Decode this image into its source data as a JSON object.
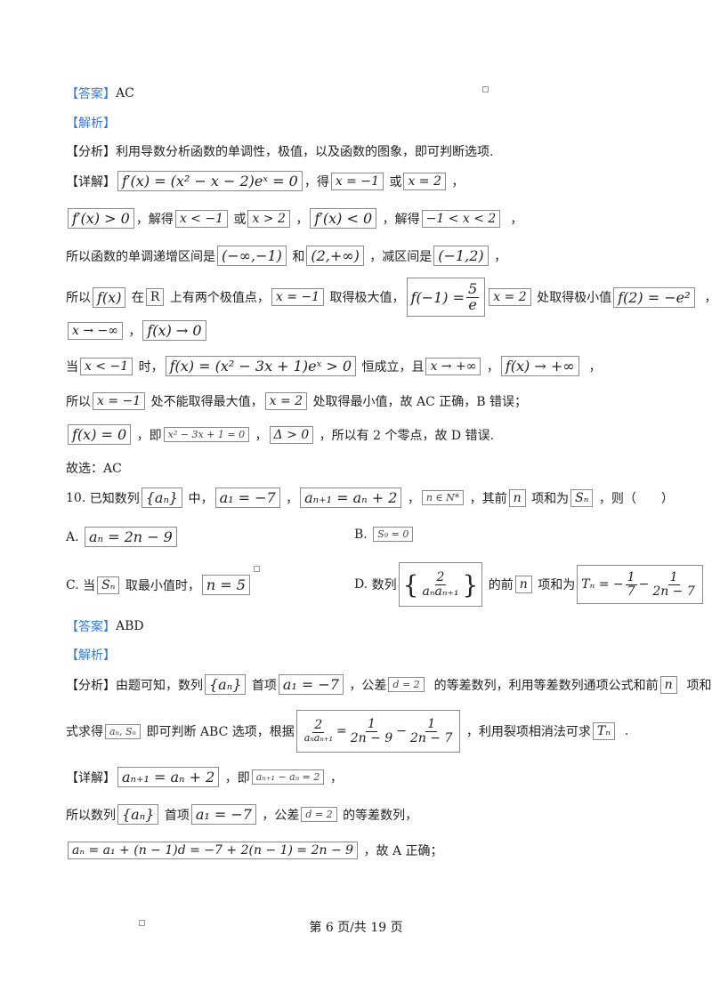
{
  "answer9": {
    "tag": "【答案】",
    "value": "AC"
  },
  "analysis_tag": "【解析】",
  "fenxi9": {
    "tag": "【分析】",
    "text": "利用导数分析函数的单调性，极值，以及函数的图象，即可判断选项."
  },
  "detail9": {
    "tag": "【详解】",
    "l1": {
      "m1": "f′(x) = (x² − x − 2)eˣ = 0",
      "t1": "，得",
      "m2": "x = −1",
      "t2": " 或",
      "m3": "x = 2",
      "t3": " ，"
    },
    "l2": {
      "m1": "f′(x) > 0",
      "t1": "，解得",
      "m2": "x < −1",
      "t2": " 或",
      "m3": "x > 2",
      "t3": " ，",
      "m4": "f′(x) < 0",
      "t4": " ，解得",
      "m5": "−1 < x < 2",
      "t5": "  ，"
    },
    "l3": {
      "t1": "所以函数的单调递增区间是",
      "m1": "(−∞,−1)",
      "t2": " 和",
      "m2": "(2,+∞)",
      "t3": " ，减区间是",
      "m3": "(−1,2)",
      "t4": " ，"
    },
    "l4": {
      "t1": "所以",
      "m1": "f(x)",
      "t2": " 在",
      "m2": "R",
      "t3": " 上有两个极值点，",
      "m3": "x = −1",
      "t4": " 取得极大值，",
      "m4_left": "f(−1) =",
      "m4_num": "5",
      "m4_den": "e",
      "m5": "x = 2",
      "t5": " 处取得极小值",
      "m6": "f(2) = −e²",
      "t6": "  ，"
    },
    "l5": {
      "m1": "x → −∞",
      "t1": " ，",
      "m2": "f(x) → 0"
    },
    "l6": {
      "t1": "当",
      "m1": "x < −1",
      "t2": " 时，",
      "m2": "f(x) = (x² − 3x + 1)eˣ > 0",
      "t3": " 恒成立，且",
      "m3": "x → +∞",
      "t4": " ，",
      "m4": "f(x) → +∞",
      "t5": "  ，"
    },
    "l7": {
      "t1": "所以",
      "m1": "x = −1",
      "t2": " 处不能取得最大值，",
      "m2": "x = 2",
      "t3": " 处取得最小值，故 AC 正确，B 错误；"
    },
    "l8": {
      "m1": "f(x) = 0",
      "t1": " ，即",
      "m2": "x² − 3x + 1 = 0",
      "t2": " ，",
      "m3": "Δ > 0",
      "t3": " ，所以有 2 个零点，故 D 错误."
    }
  },
  "choose9": "故选：AC",
  "q10": {
    "num": "10.",
    "t1": " 已知数列",
    "m1": "{aₙ}",
    "t2": " 中，",
    "m2": "a₁ = −7",
    "t3": " ，",
    "m3": "aₙ₊₁ = aₙ + 2",
    "t4": " ，",
    "m4": "n ∈ N*",
    "t5": " ，其前",
    "m5": "n",
    "t6": " 项和为",
    "m6": "Sₙ",
    "t7": " ，则（　　）",
    "A": {
      "label": "A.",
      "m1": "aₙ = 2n − 9"
    },
    "B": {
      "label": "B.",
      "m1": "S₉ = 0"
    },
    "C": {
      "label": "C.",
      "t1": " 当",
      "m1": "Sₙ",
      "t2": " 取最小值时，",
      "m2": "n = 5"
    },
    "D": {
      "label": "D.",
      "t1": " 数列",
      "m1_num": "2",
      "m1_den": "aₙaₙ₊₁",
      "t2": " 的前",
      "m2": "n",
      "t3": " 项和为",
      "m3_left": "Tₙ = −",
      "m3_f1_num": "1",
      "m3_f1_den": "7",
      "m3_mid": "−",
      "m3_f2_num": "1",
      "m3_f2_den": "2n − 7"
    }
  },
  "answer10": {
    "tag": "【答案】",
    "value": "ABD"
  },
  "fenxi10": {
    "tag": "【分析】",
    "l1": {
      "t1": "由题可知，数列",
      "m1": "{aₙ}",
      "t2": " 首项",
      "m2": "a₁ = −7",
      "t3": " ，公差",
      "m3": "d = 2",
      "t4": "  的等差数列，利用等差数列通项公式和前",
      "m4": "n",
      "t5": "  项和公"
    },
    "l2": {
      "t1": "式求得",
      "m1": "aₙ, Sₙ",
      "t2": " 即可判断 ABC 选项，根据",
      "m2_f0_num": "2",
      "m2_f0_den": "aₙaₙ₊₁",
      "m2_eq": "=",
      "m2_f1_num": "1",
      "m2_f1_den": "2n − 9",
      "m2_mid": "−",
      "m2_f2_num": "1",
      "m2_f2_den": "2n − 7",
      "t3": " ，利用裂项相消法可求",
      "m3": "Tₙ",
      "t4": "  ."
    }
  },
  "detail10": {
    "tag": "【详解】",
    "l1": {
      "m1": "aₙ₊₁ = aₙ + 2",
      "t1": " ，即",
      "m2": "aₙ₊₁ − aₙ = 2",
      "t2": " ，"
    },
    "l2": {
      "t1": "所以数列",
      "m1": "{aₙ}",
      "t2": " 首项",
      "m2": "a₁ = −7",
      "t3": " ，公差",
      "m3": "d = 2",
      "t4": " 的等差数列，"
    },
    "l3": {
      "m1": "aₙ = a₁ + (n − 1)d = −7 + 2(n − 1) = 2n − 9",
      "t1": " ，故 A 正确；"
    }
  },
  "footer": "第 6 页/共 19 页"
}
